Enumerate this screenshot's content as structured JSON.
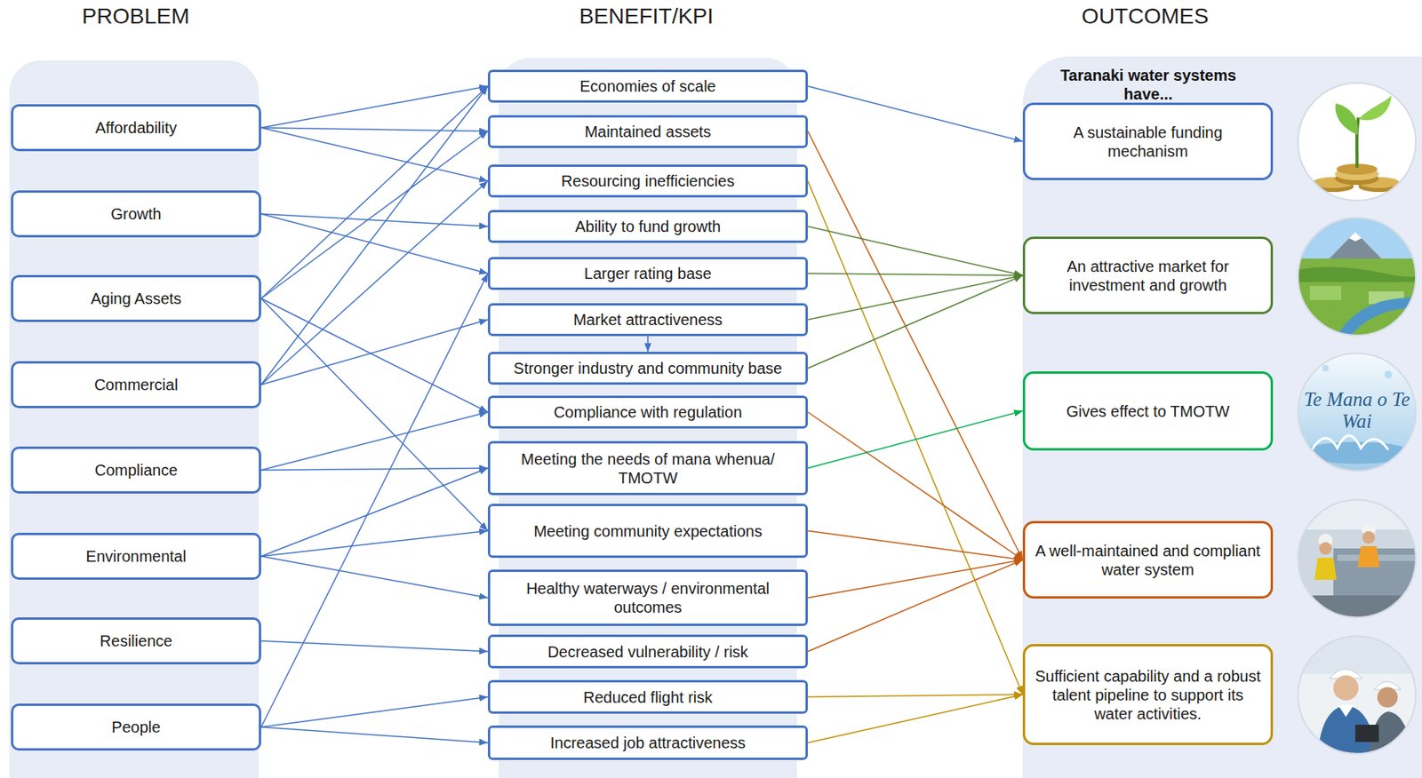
{
  "diagram": {
    "nodes": [
      {
        "text": [
          "Affordability"
        ]
      },
      {
        "text": [
          "Growth"
        ]
      },
      {
        "text": [
          "Aging Assets"
        ]
      },
      {
        "text": [
          "Commercial"
        ]
      },
      {
        "text": [
          "Compliance"
        ]
      },
      {
        "text": [
          "Environmental"
        ]
      },
      {
        "text": [
          "Resilience"
        ]
      },
      {
        "text": [
          "People"
        ]
      },
      {
        "text": [
          "Economies of scale"
        ]
      },
      {
        "text": [
          "Maintained assets"
        ]
      },
      {
        "text": [
          "Resourcing inefficiencies"
        ]
      },
      {
        "text": [
          "Ability to fund growth"
        ]
      },
      {
        "text": [
          "Larger rating base"
        ]
      },
      {
        "text": [
          "Market attractiveness"
        ]
      },
      {
        "text": [
          "Stronger industry and community base"
        ]
      },
      {
        "text": [
          "Compliance with regulation"
        ]
      },
      {
        "text": [
          "Meeting the needs of mana whenua/ TMOTW"
        ]
      },
      {
        "text": [
          "Meeting community expectations"
        ]
      },
      {
        "text": [
          "Healthy waterways / environmental outcomes"
        ]
      },
      {
        "text": [
          "Decreased vulnerability / risk"
        ]
      },
      {
        "text": [
          "Reduced flight risk"
        ]
      },
      {
        "text": [
          "Increased job attractiveness"
        ]
      },
      {
        "text": [
          "Taranaki water systems have..."
        ]
      },
      {
        "text": [
          "A sustainable funding mechanism"
        ],
        "in": 22
      },
      {
        "text": [
          "An attractive market for investment and growth"
        ],
        "in": 22
      },
      {
        "text": [
          "Gives effect to TMOTW"
        ],
        "in": 22
      },
      {
        "text": [
          "A well-maintained and compliant water system"
        ],
        "in": 22
      },
      {
        "text": [
          "Sufficient capability and a robust talent pipeline to support its water activities."
        ],
        "in": 22
      }
    ],
    "edges": [
      {
        "from": 0,
        "to": 8,
        "arrow": "to"
      },
      {
        "from": 0,
        "to": 9,
        "arrow": "to"
      },
      {
        "from": 0,
        "to": 10,
        "arrow": "to"
      },
      {
        "from": 1,
        "to": 11,
        "arrow": "to"
      },
      {
        "from": 1,
        "to": 12,
        "arrow": "to"
      },
      {
        "from": 2,
        "to": 8,
        "arrow": "to"
      },
      {
        "from": 2,
        "to": 9,
        "arrow": "to"
      },
      {
        "from": 2,
        "to": 15,
        "arrow": "to"
      },
      {
        "from": 2,
        "to": 17,
        "arrow": "to"
      },
      {
        "from": 3,
        "to": 8,
        "arrow": "to"
      },
      {
        "from": 3,
        "to": 10,
        "arrow": "to"
      },
      {
        "from": 3,
        "to": 13,
        "arrow": "to"
      },
      {
        "from": 4,
        "to": 15,
        "arrow": "to"
      },
      {
        "from": 4,
        "to": 16,
        "arrow": "to"
      },
      {
        "from": 5,
        "to": 16,
        "arrow": "to"
      },
      {
        "from": 5,
        "to": 17,
        "arrow": "to"
      },
      {
        "from": 5,
        "to": 18,
        "arrow": "to"
      },
      {
        "from": 6,
        "to": 19,
        "arrow": "to"
      },
      {
        "from": 7,
        "to": 12,
        "arrow": "to"
      },
      {
        "from": 7,
        "to": 20,
        "arrow": "to"
      },
      {
        "from": 7,
        "to": 21,
        "arrow": "to"
      },
      {
        "from": 13,
        "to": 14,
        "arrow": "to"
      },
      {
        "from": 8,
        "to": 23,
        "arrow": "to"
      },
      {
        "from": 9,
        "to": 26,
        "arrow": "to"
      },
      {
        "from": 10,
        "to": 27,
        "arrow": "to"
      },
      {
        "from": 11,
        "to": 24,
        "arrow": "to"
      },
      {
        "from": 12,
        "to": 24,
        "arrow": "to"
      },
      {
        "from": 13,
        "to": 24,
        "arrow": "to"
      },
      {
        "from": 14,
        "to": 24,
        "arrow": "to"
      },
      {
        "from": 15,
        "to": 26,
        "arrow": "to"
      },
      {
        "from": 16,
        "to": 25,
        "arrow": "to"
      },
      {
        "from": 17,
        "to": 26,
        "arrow": "to"
      },
      {
        "from": 18,
        "to": 26,
        "arrow": "to"
      },
      {
        "from": 19,
        "to": 26,
        "arrow": "to"
      },
      {
        "from": 20,
        "to": 27,
        "arrow": "to"
      },
      {
        "from": 21,
        "to": 27,
        "arrow": "to"
      }
    ],
    "labels": [
      "PROBLEM",
      "BENEFIT/KPI",
      "OUTCOMES",
      "Te Mana o Te Wai"
    ]
  }
}
